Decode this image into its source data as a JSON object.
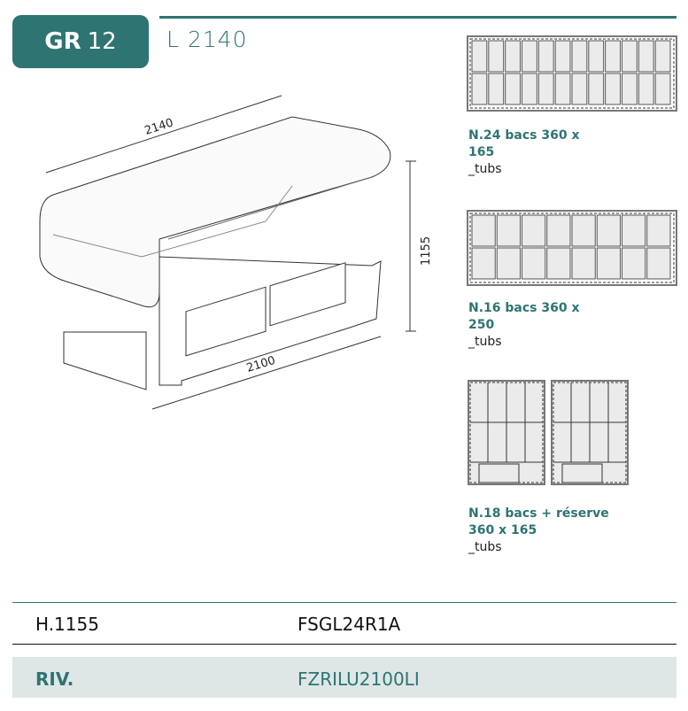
{
  "header": {
    "model_bold": "GR",
    "model_num": "12",
    "length": "L 2140"
  },
  "drawing": {
    "dim_length_top": "2140",
    "dim_length_bottom": "2100",
    "dim_height": "1155"
  },
  "layouts": [
    {
      "title_line1": "N.24 bacs 360 x",
      "title_line2": "165",
      "subtitle": "_tubs",
      "cols": 12,
      "rows": 2
    },
    {
      "title_line1": "N.16 bacs 360 x",
      "title_line2": "250",
      "subtitle": "_tubs",
      "cols": 8,
      "rows": 2
    },
    {
      "title_line1": "N.18 bacs + réserve",
      "title_line2": "360 x 165",
      "subtitle": "_tubs"
    }
  ],
  "specs": {
    "height_label": "H.1155",
    "code": "FSGL24R1A",
    "riv_label": "RIV.",
    "riv_code": "FZRILU2100LI"
  },
  "colors": {
    "accent": "#2e7473",
    "band": "#dfe6e6"
  }
}
